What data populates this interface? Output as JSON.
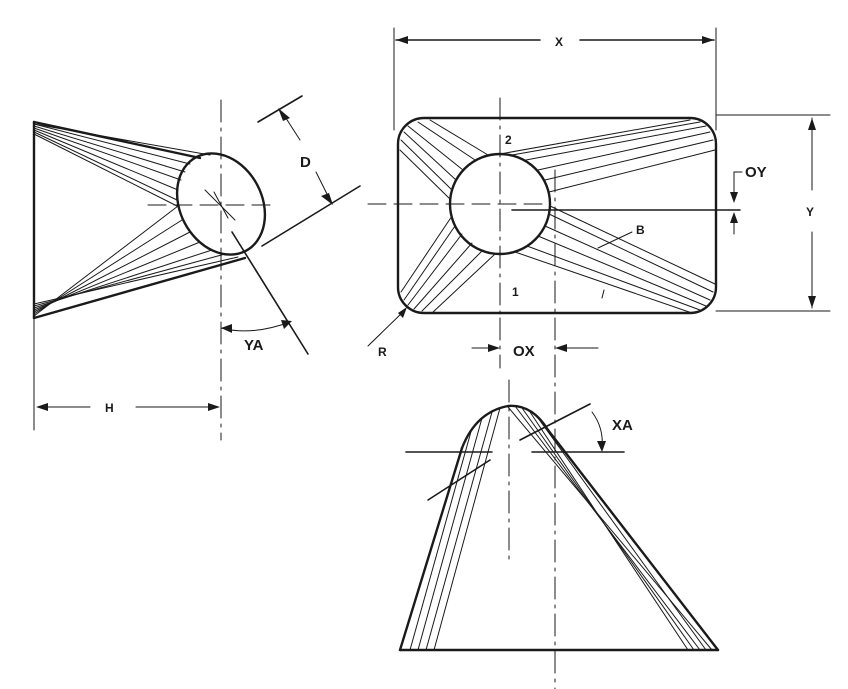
{
  "labels": {
    "x": "X",
    "y": "Y",
    "d": "D",
    "h": "H",
    "ya": "YA",
    "xa": "XA",
    "ox": "OX",
    "oy": "OY",
    "r": "R",
    "b": "B",
    "n1": "1",
    "n2": "2"
  },
  "colors": {
    "ink": "#1a1a1a",
    "paper": "#ffffff"
  }
}
